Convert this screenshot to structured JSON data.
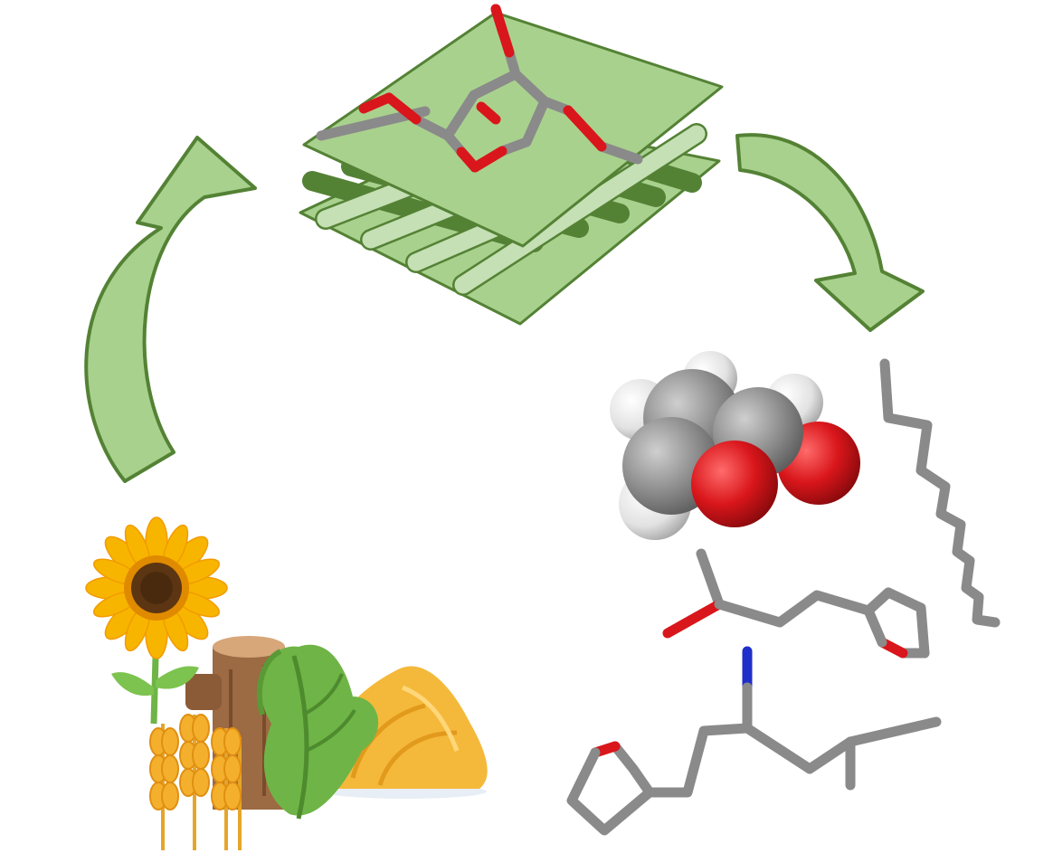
{
  "diagram": {
    "kind": "biomass-conversion-cycle",
    "palette": {
      "arrow_fill": "#a8d18d",
      "arrow_stroke": "#548235",
      "sheet_light": "#a9d18e",
      "rod_dark": "#548235",
      "rod_light": "#c5e0b4",
      "carbon": "#8a8a8a",
      "oxygen": "#d9161b",
      "nitrogen": "#1f2fc9",
      "hydrogen": "#e6e6e6"
    },
    "nodes": [
      {
        "id": "cellulose-structure",
        "icon": "cellulose-fiber-sheets-icon"
      },
      {
        "id": "chemical-products",
        "icon": "platform-molecules-icon"
      },
      {
        "id": "biomass-feedstock",
        "icon": "biomass-feedstock-icon"
      }
    ],
    "edges": [
      {
        "from": "cellulose-structure",
        "to": "chemical-products",
        "icon": "curved-arrow-right-down-icon"
      },
      {
        "from": "biomass-feedstock",
        "to": "cellulose-structure",
        "icon": "curved-arrow-up-icon"
      }
    ]
  }
}
